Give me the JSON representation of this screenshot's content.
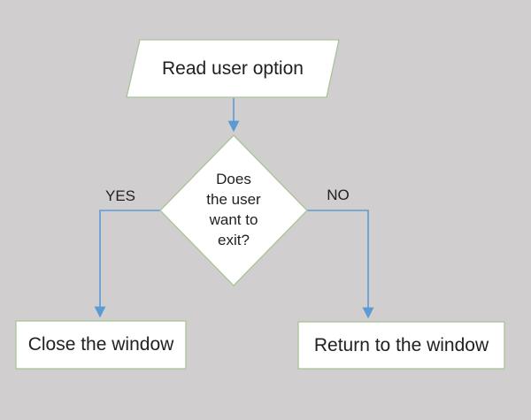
{
  "canvas": {
    "background_color": "#d0cece",
    "shape_fill_color": "#ffffff",
    "shape_border_color": "#a8c497",
    "connector_color": "#5b9bd5",
    "text_color": "#212121"
  },
  "flowchart": {
    "input_step": {
      "shape": "parallelogram",
      "label": "Read user option"
    },
    "decision_step": {
      "shape": "diamond",
      "label": "Does\nthe user\nwant to\nexit?"
    },
    "yes_branch": {
      "label": "YES"
    },
    "no_branch": {
      "label": "NO"
    },
    "close_step": {
      "shape": "rectangle",
      "label": "Close the window"
    },
    "return_step": {
      "shape": "rectangle",
      "label": "Return to the window"
    }
  }
}
